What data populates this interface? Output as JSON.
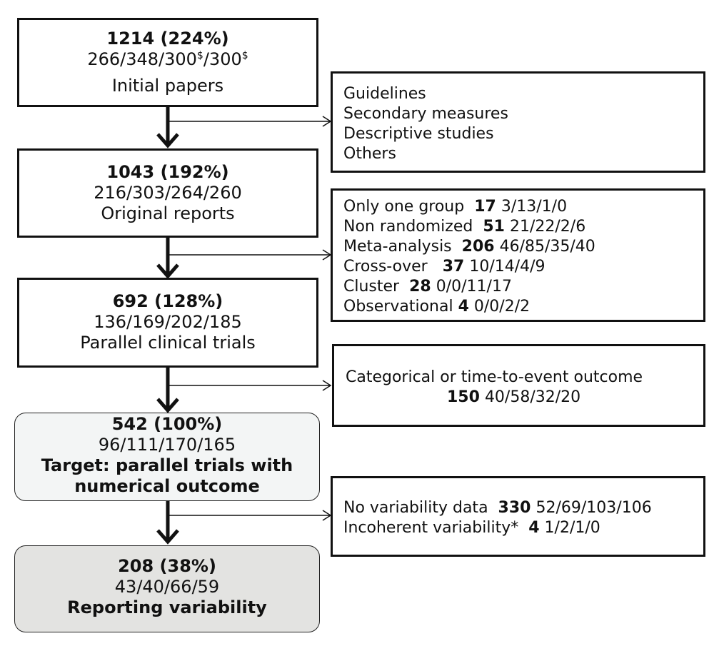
{
  "box1": {
    "count": "1214 (224%)",
    "breakdown": "266/348/300",
    "sup1": "$",
    "breakdown_rest": "/300",
    "sup2": "$",
    "label": "Initial papers"
  },
  "box2": {
    "count": "1043 (192%)",
    "breakdown": "216/303/264/260",
    "label": "Original reports"
  },
  "box3": {
    "count": "692 (128%)",
    "breakdown": "136/169/202/185",
    "label": "Parallel clinical trials"
  },
  "box4": {
    "count": "542 (100%)",
    "breakdown": "96/111/170/165",
    "label_line1": "Target: parallel trials with",
    "label_line2": "numerical outcome",
    "fill": "#f3f5f5"
  },
  "box5": {
    "count": "208 (38%)",
    "breakdown": "43/40/66/59",
    "label": "Reporting variability",
    "fill": "#e3e3e1"
  },
  "excl1": {
    "items": [
      "Guidelines",
      "Secondary measures",
      "Descriptive studies",
      "Others"
    ]
  },
  "excl2": {
    "rows": [
      {
        "label": "Only one group",
        "total": "17",
        "breakdown": "3/13/1/0"
      },
      {
        "label": "Non randomized",
        "total": "51",
        "breakdown": "21/22/2/6"
      },
      {
        "label": "Meta-analysis",
        "total": "206",
        "breakdown": "46/85/35/40"
      },
      {
        "label": "Cross-over",
        "total": "37",
        "breakdown": "10/14/4/9"
      },
      {
        "label": "Cluster",
        "total": "28",
        "breakdown": "0/0/11/17"
      },
      {
        "label": "Observational",
        "total": "4",
        "breakdown": "0/0/2/2"
      }
    ]
  },
  "excl3": {
    "line1": "Categorical or time-to-event outcome",
    "total": "150",
    "breakdown": "40/58/32/20"
  },
  "excl4": {
    "rows": [
      {
        "label": "No variability data",
        "total": "330",
        "breakdown": "52/69/103/106"
      },
      {
        "label": "Incoherent variability*",
        "total": "4",
        "breakdown": "1/2/1/0"
      }
    ]
  }
}
